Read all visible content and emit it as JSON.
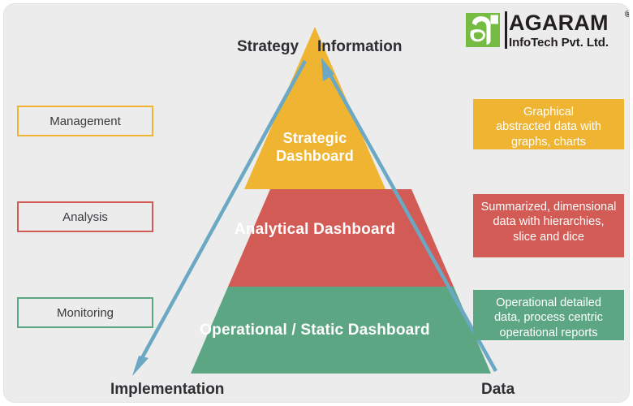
{
  "brand": {
    "logo_name": "AGARAM",
    "logo_sub": "InfoTech Pvt. Ltd.",
    "registered_mark": "®",
    "logo_icon": "agaram-a-monogram",
    "mark_color": "#76BC43"
  },
  "axes": {
    "top_left": "Strategy",
    "top_right": "Information",
    "bottom_left": "Implementation",
    "bottom_right": "Data"
  },
  "pyramid": {
    "tiers": [
      {
        "label": "Strategic\nDashboard",
        "color": "#EFB431"
      },
      {
        "label": "Analytical Dashboard",
        "color": "#D25B55"
      },
      {
        "label": "Operational / Static Dashboard",
        "color": "#5DA684"
      }
    ]
  },
  "left_labels": [
    {
      "label": "Management",
      "color": "#EFB431"
    },
    {
      "label": "Analysis",
      "color": "#D25B55"
    },
    {
      "label": "Monitoring",
      "color": "#5DA684"
    }
  ],
  "right_callouts": [
    {
      "label": "Graphical\nabstracted data with\ngraphs, charts",
      "color": "#EFB431"
    },
    {
      "label": "Summarized, dimensional\ndata with hierarchies,\nslice and dice",
      "color": "#D25B55"
    },
    {
      "label": "Operational detailed\ndata, process centric\noperational reports",
      "color": "#5DA684"
    }
  ],
  "arrows": {
    "color": "#6BA8C4",
    "left_arrow": "down-left-arrow",
    "right_arrow": "up-right-arrow"
  },
  "background": {
    "canvas": "#ececec"
  }
}
